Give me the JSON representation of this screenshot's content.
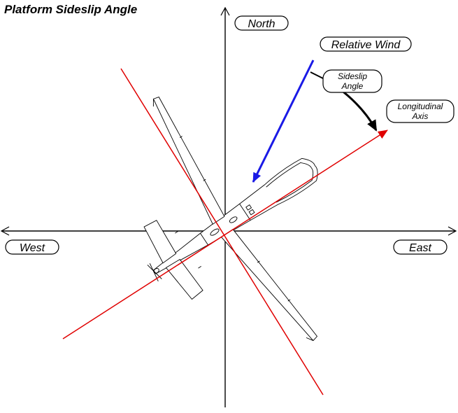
{
  "title": "Platform Sideslip Angle",
  "labels": {
    "north": "North",
    "east": "East",
    "west": "West",
    "relative_wind": "Relative Wind",
    "sideslip_line1": "Sideslip",
    "sideslip_line2": "Angle",
    "longitudinal_line1": "Longitudinal",
    "longitudinal_line2": "Axis"
  },
  "colors": {
    "axes": "#000000",
    "relative_wind": "#1a1ae6",
    "longitudinal_axis": "#e00000",
    "sideslip_arc": "#000000",
    "aircraft_outline": "#000000"
  },
  "icons": {
    "aircraft": "uav-aircraft-top-view-icon"
  }
}
